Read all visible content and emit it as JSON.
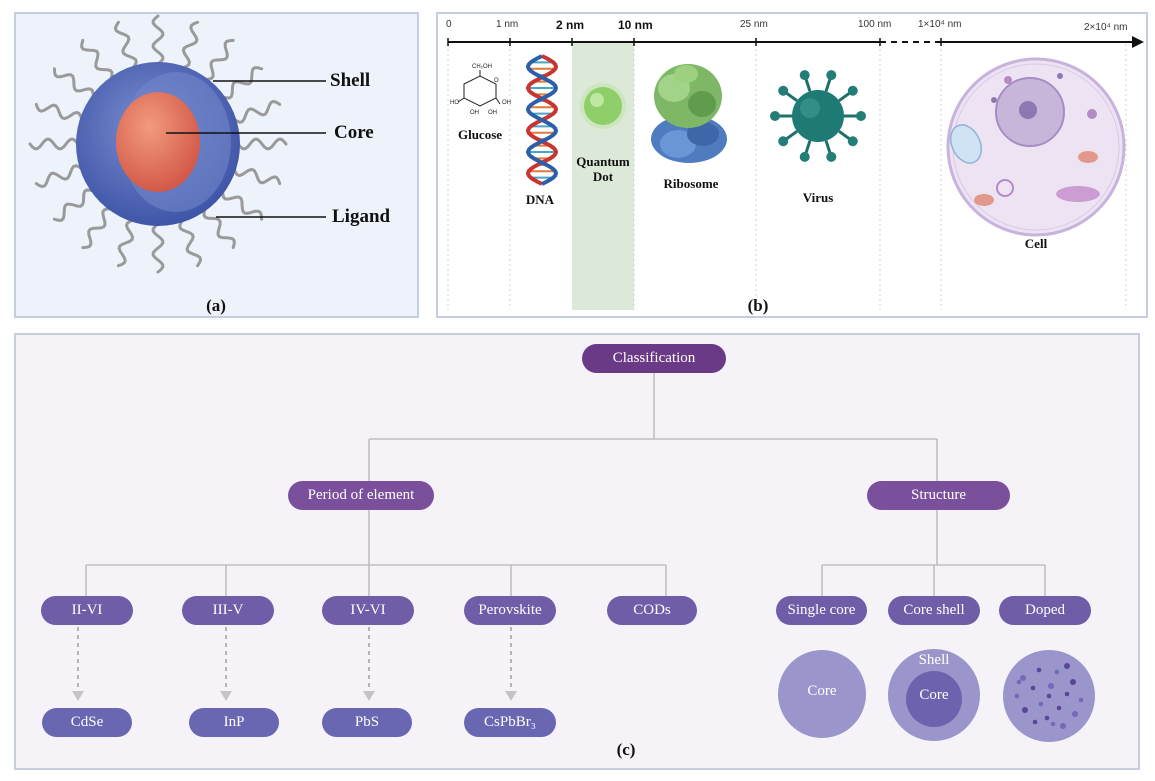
{
  "panel_a": {
    "label": "(a)",
    "annotations": {
      "shell": "Shell",
      "core": "Core",
      "ligand": "Ligand"
    }
  },
  "panel_b": {
    "label": "(b)",
    "ticks": [
      "0",
      "1 nm",
      "2 nm",
      "10 nm",
      "25 nm",
      "100 nm",
      "1×10⁴ nm",
      "2×10⁴ nm"
    ],
    "objects": {
      "glucose": "Glucose",
      "dna": "DNA",
      "qd_line1": "Quantum",
      "qd_line2": "Dot",
      "ribosome": "Ribosome",
      "virus": "Virus",
      "cell": "Cell"
    },
    "glucose_labels": [
      "CH₂OH",
      "O",
      "OH",
      "HO",
      "OH",
      "OH"
    ]
  },
  "panel_c": {
    "label": "(c)",
    "root": "Classification",
    "branches": {
      "period": "Period of element",
      "structure": "Structure"
    },
    "period_children": [
      "II-VI",
      "III-V",
      "IV-VI",
      "Perovskite",
      "CODs"
    ],
    "examples": [
      "CdSe",
      "InP",
      "PbS",
      "CsPbBr₃"
    ],
    "structure_children": [
      "Single core",
      "Core shell",
      "Doped"
    ],
    "structure_labels": {
      "single_core": "Core",
      "core_shell_outer": "Shell",
      "core_shell_inner": "Core"
    }
  },
  "colors": {
    "node_dark": "#6b3a86",
    "node_leaf": "#6f5da8",
    "qd_band": "#dce8d8",
    "shell_blue": "#4f66b5",
    "core_orange": "#e0705a"
  }
}
